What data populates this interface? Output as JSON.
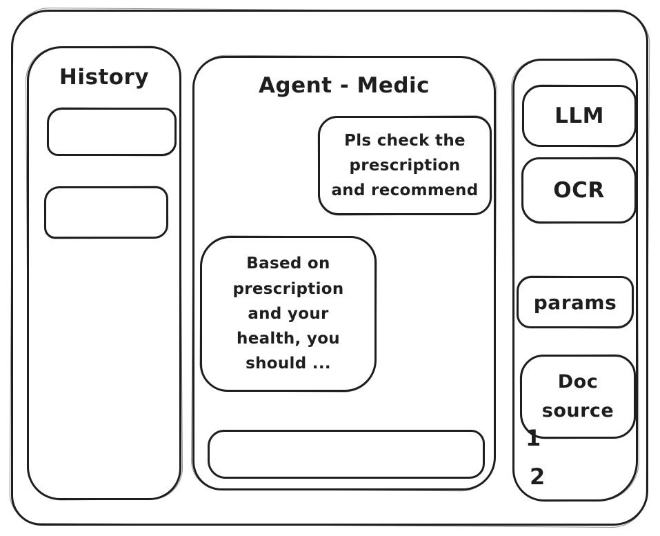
{
  "window": {
    "background": "#ffffff",
    "stroke_color": "#1e1e1e"
  },
  "history_panel": {
    "title": "History",
    "items": [
      {
        "label": ""
      },
      {
        "label": ""
      }
    ]
  },
  "chat_panel": {
    "title": "Agent - Medic",
    "messages": [
      {
        "role": "user",
        "text": "Pls check the prescription and recommend"
      },
      {
        "role": "assistant",
        "text": "Based on prescription and your health, you should ..."
      }
    ],
    "input": {
      "value": ""
    }
  },
  "tools_panel": {
    "buttons": [
      {
        "id": "llm",
        "label": "LLM"
      },
      {
        "id": "ocr",
        "label": "OCR"
      },
      {
        "id": "params",
        "label": "params"
      },
      {
        "id": "doc-source",
        "label": "Doc source"
      }
    ],
    "doc_source_items": [
      "1",
      "2"
    ]
  }
}
